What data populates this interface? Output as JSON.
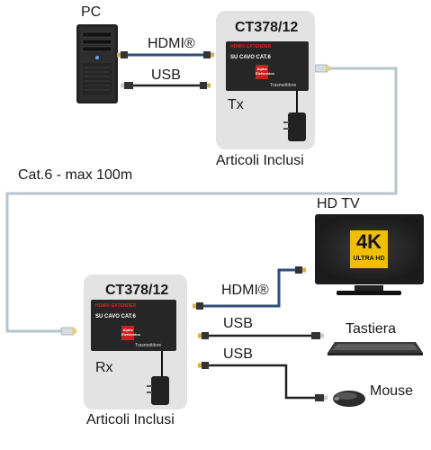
{
  "pc": {
    "label": "PC"
  },
  "transmitter": {
    "model": "CT378/12",
    "device_line1": "HDMI® EXTENDER",
    "device_line2": "SU CAVO CAT.6",
    "device_caption": "Trasmettitore",
    "role": "Tx",
    "included": "Articoli Inclusi"
  },
  "receiver": {
    "model": "CT378/12",
    "device_line1": "HDMI® EXTENDER",
    "device_line2": "SU CAVO CAT.6",
    "device_caption": "Trasmettitore",
    "role": "Rx",
    "included": "Articoli Inclusi"
  },
  "logo": {
    "text": "Alpha Elettronica"
  },
  "cables": {
    "pc_hdmi": "HDMI®",
    "pc_usb": "USB",
    "cat6": "Cat.6 - max 100m",
    "tv_hdmi": "HDMI®",
    "kb_usb": "USB",
    "mouse_usb": "USB"
  },
  "tv": {
    "label": "HD TV",
    "screen_big": "4K",
    "screen_small": "ULTRA HD"
  },
  "keyboard": {
    "label": "Tastiera"
  },
  "mouse": {
    "label": "Mouse"
  },
  "colors": {
    "panel": "#e3e3e3",
    "device": "#262626",
    "cat_cable": "#b8c4cc",
    "hdmi_cable": "#2e4d7a",
    "accent_red": "#e02020"
  }
}
